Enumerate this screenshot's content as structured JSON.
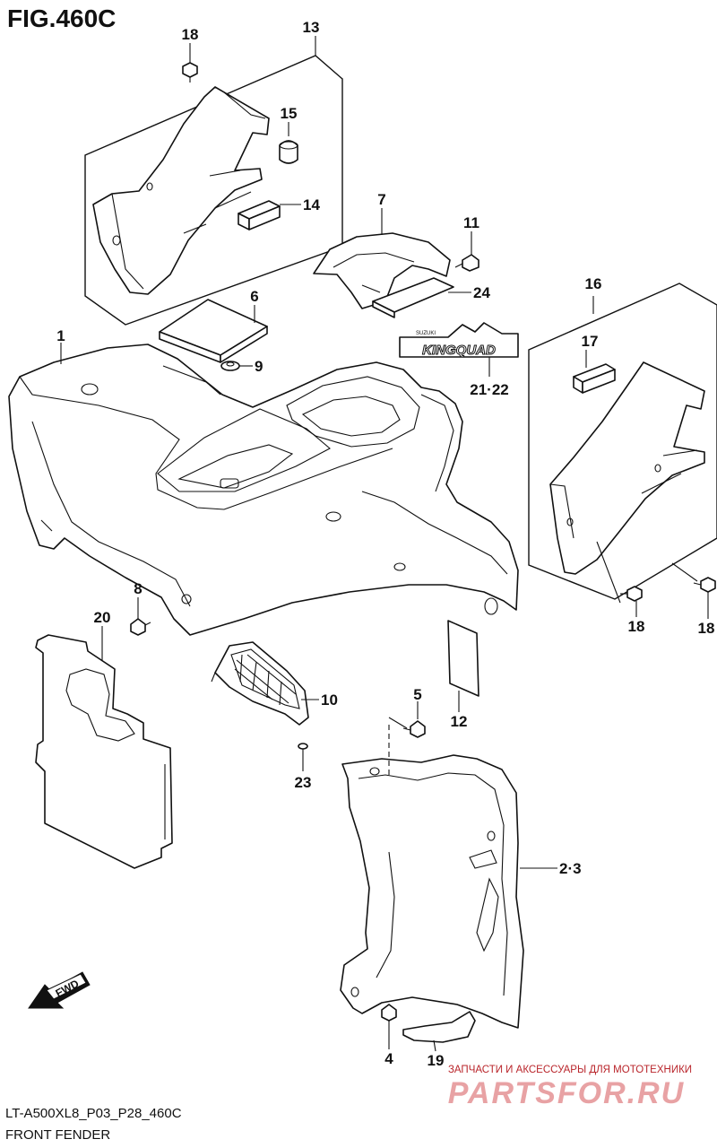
{
  "figure": {
    "title": "FIG.460C",
    "code": "LT-A500XL8_P03_P28_460C",
    "name": "FRONT FENDER"
  },
  "callouts": {
    "c1": "1",
    "c2_3": "2·3",
    "c4": "4",
    "c5": "5",
    "c6": "6",
    "c7": "7",
    "c8": "8",
    "c9": "9",
    "c10": "10",
    "c11": "11",
    "c12": "12",
    "c13": "13",
    "c14": "14",
    "c15": "15",
    "c16": "16",
    "c17": "17",
    "c18a": "18",
    "c18b": "18",
    "c18c": "18",
    "c19": "19",
    "c20": "20",
    "c21_22": "21·22",
    "c23": "23",
    "c24": "24"
  },
  "decal": {
    "brand": "KINGQUAD",
    "maker": "SUZUKI"
  },
  "fwd_label": "FWD",
  "watermark": {
    "line1": "ЗАПЧАСТИ И АКСЕССУАРЫ ДЛЯ МОТОТЕХНИКИ",
    "logo": "PARTSFOR.RU"
  }
}
